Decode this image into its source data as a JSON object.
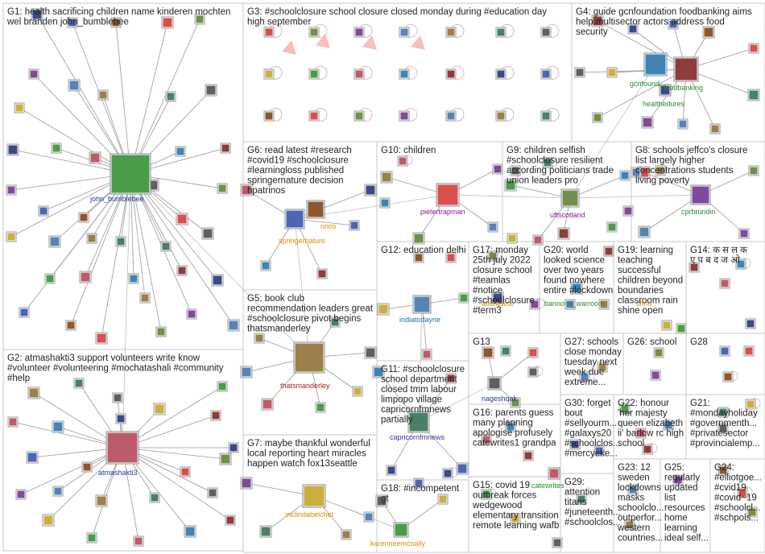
{
  "colors": {
    "panel_border": "#c8c8c8",
    "edge": "#9a9a9a",
    "edge_red": "#f4a3a3",
    "label_text": "#222222"
  },
  "groups": [
    {
      "id": "G1",
      "lines": [
        "G1: health sacrificing children name kinderen mochten",
        "wel branden john_bumblebee"
      ]
    },
    {
      "id": "G2",
      "lines": [
        "G2: atmashakti3 support volunteers write know",
        "#volunteer #volunteering #mochatashali #community",
        "#help"
      ]
    },
    {
      "id": "G3",
      "lines": [
        "G3: #schoolclosure school closure closed monday during #education day",
        "high september"
      ]
    },
    {
      "id": "G4",
      "lines": [
        "G4: guide gcnfoundation foodbanking aims",
        "help multisector actors address food",
        "security"
      ]
    },
    {
      "id": "G5",
      "lines": [
        "G5: book club",
        "recommendation leaders great",
        "#schoolclosure pivot begins",
        "thatsmanderley"
      ]
    },
    {
      "id": "G6",
      "lines": [
        "G6: read latest #research",
        "#covid19 #schoolclosure",
        "#learningloss published",
        "springernature decision",
        "hpatrinos"
      ]
    },
    {
      "id": "G7",
      "lines": [
        "G7: maybe thankful wonderful",
        "local reporting heart miracles",
        "happen watch fox13seattle"
      ]
    },
    {
      "id": "G8",
      "lines": [
        "G8: schools jeffco's closure",
        "list largely higher",
        "concentrations students",
        "living poverty"
      ]
    },
    {
      "id": "G9",
      "lines": [
        "G9: children selfish",
        "#schoolclosure resilient",
        "according politicians trade",
        "union leaders pro"
      ]
    },
    {
      "id": "G10",
      "lines": [
        "G10: children"
      ]
    },
    {
      "id": "G11",
      "lines": [
        "G11: #schoolclosure",
        "school department",
        "closed tmm labour",
        "limpopo village",
        "capricornfmnews",
        "partially"
      ]
    },
    {
      "id": "G12",
      "lines": [
        "G12: education delhi"
      ]
    },
    {
      "id": "G13",
      "lines": [
        "G13"
      ]
    },
    {
      "id": "G14",
      "lines": [
        "G14: क स ल क",
        "ए प ब द ज ओ"
      ]
    },
    {
      "id": "G15",
      "lines": [
        "G15: covid 19",
        "outbreak forces",
        "wedgewood",
        "elementary transition",
        "remote learning wafb"
      ]
    },
    {
      "id": "G16",
      "lines": [
        "G16: parents guess",
        "many planning",
        "apologise profusely",
        "catewrites1 grandpa"
      ]
    },
    {
      "id": "G17",
      "lines": [
        "G17: monday",
        "25th july 2022",
        "closure school",
        "#teamlas",
        "#notice",
        "#schoolclosure",
        "#term3"
      ]
    },
    {
      "id": "G18",
      "lines": [
        "G18: #incompetent",
        "gt"
      ]
    },
    {
      "id": "G19",
      "lines": [
        "G19: learning",
        "teaching",
        "successful",
        "children beyond",
        "boundaries",
        "classroom rain",
        "shine open"
      ]
    },
    {
      "id": "G20",
      "lines": [
        "G20: world",
        "looked science",
        "over two years",
        "found nowhere",
        "entire #lockdown"
      ]
    },
    {
      "id": "G21",
      "lines": [
        "G21:",
        "#mondayholiday",
        "#governmenth...",
        "#privatesector",
        "#provincialemp..."
      ]
    },
    {
      "id": "G22",
      "lines": [
        "G22: honour",
        "'her majesty",
        "queen elizabeth",
        "ii' barlow rc high",
        "school"
      ]
    },
    {
      "id": "G23",
      "lines": [
        "G23: 12",
        "sweden",
        "lockdowns",
        "masks",
        "schoolclo...",
        "outperfor...",
        "western",
        "countries..."
      ]
    },
    {
      "id": "G24",
      "lines": [
        "G24:",
        "#elliotgoe...",
        "#cvid19",
        "#covid~19",
        "#schoolcl...",
        "#schpols..."
      ]
    },
    {
      "id": "G25",
      "lines": [
        "G25:",
        "regularly",
        "updated",
        "list",
        "resources",
        "home",
        "learning",
        "ideal self..."
      ]
    },
    {
      "id": "G26",
      "lines": [
        "G26: school"
      ]
    },
    {
      "id": "G27",
      "lines": [
        "G27: schools",
        "close monday",
        "tuesday next",
        "week due",
        "extreme..."
      ]
    },
    {
      "id": "G28",
      "lines": [
        "G28"
      ]
    },
    {
      "id": "G29",
      "lines": [
        "G29:",
        "attention",
        "titans",
        "#juneteenth...",
        "#schoolclos..."
      ]
    },
    {
      "id": "G30",
      "lines": [
        "G30: forget",
        "bout",
        "#sellyourm...",
        "#galaxys20",
        "#schoolclos...",
        "#mercyeke..."
      ]
    }
  ],
  "node_labels": [
    {
      "id": "john_bumblebee",
      "text": "john_bumblebee",
      "color": "#1f3a93"
    },
    {
      "id": "atmashakti3",
      "text": "atmashakti3",
      "color": "#1f3a93"
    },
    {
      "id": "gcnfoundation",
      "text": "gcnfound...",
      "color": "#2a8a2a"
    },
    {
      "id": "foodbanking",
      "text": "foodbanking",
      "color": "#2a8a2a"
    },
    {
      "id": "healthedures",
      "text": "healthedures",
      "color": "#2a8a2a"
    },
    {
      "id": "springernature",
      "text": "springernature",
      "color": "#e08a00"
    },
    {
      "id": "hpatrinos",
      "text": "nnos",
      "color": "#e08a00"
    },
    {
      "id": "pietertrapman",
      "text": "pietertrapman",
      "color": "#8a1a8a"
    },
    {
      "id": "uftscotland",
      "text": "uftscotland",
      "color": "#8a1a8a"
    },
    {
      "id": "cprbrundin",
      "text": "cprbrundin",
      "color": "#2a8a2a"
    },
    {
      "id": "indiatodayne",
      "text": "indiatodayne",
      "color": "#1f6fa8"
    },
    {
      "id": "thatsmanderley",
      "text": "thatsmanderley",
      "color": "#b01a1a"
    },
    {
      "id": "capricornfmnews",
      "text": "capricornfmnews",
      "color": "#4a2a9a"
    },
    {
      "id": "nageshqak",
      "text": "nageshqak",
      "color": "#1f3a93"
    },
    {
      "id": "mclindabelcher",
      "text": "mclindabelcher",
      "color": "#e08a00"
    },
    {
      "id": "karenneemcnally",
      "text": "karenneemcnally",
      "color": "#e08a00"
    },
    {
      "id": "catewrites1",
      "text": "catewrites",
      "color": "#2a8a2a"
    },
    {
      "id": "bannons_warroom",
      "text": "bannons_warroom",
      "color": "#2a8a2a"
    },
    {
      "id": "vishnu",
      "text": "shnu",
      "color": "#e08a00"
    },
    {
      "id": "bbcnewsabc",
      "text": "abcnewse",
      "color": "#e08a00"
    }
  ]
}
